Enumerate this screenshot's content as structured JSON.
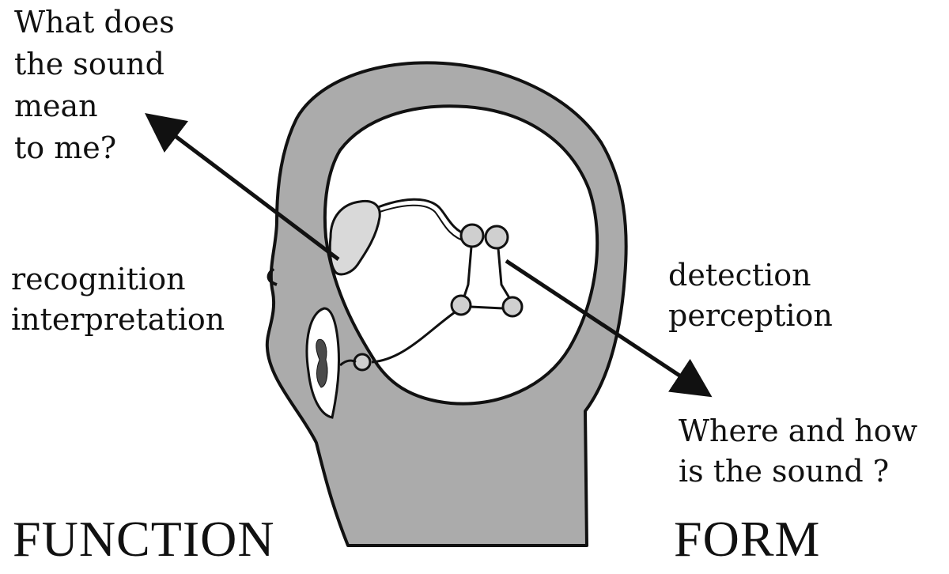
{
  "top_question": {
    "line1": "What does",
    "line2": "the sound",
    "line3": "mean",
    "line4": "to me?"
  },
  "function_terms": {
    "line1": "recognition",
    "line2": "interpretation"
  },
  "form_terms": {
    "line1": "detection",
    "line2": "perception"
  },
  "bottom_question": {
    "line1": "Where and how",
    "line2": "is the sound ?"
  },
  "labels": {
    "function": "FUNCTION",
    "form": "FORM"
  },
  "colors": {
    "head_fill": "#ababab",
    "outline": "#111111",
    "brain_area": "#ffffff",
    "cortex_fill": "#d9d9d9",
    "node_fill": "#cfcfcf",
    "ear_canal": "#4a4a4a"
  }
}
